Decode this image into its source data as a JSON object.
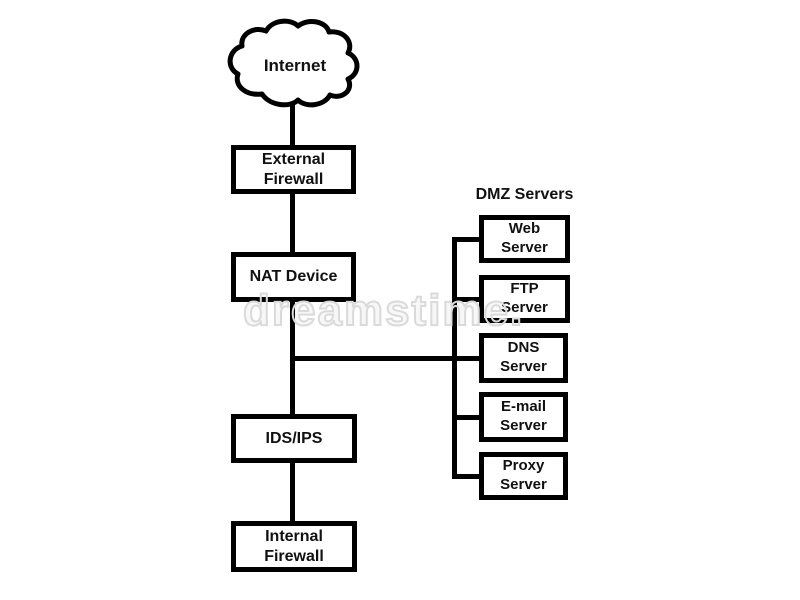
{
  "watermark": {
    "text": "dreamstime."
  },
  "diagram": {
    "group_label": "DMZ Servers",
    "nodes": {
      "internet": {
        "label": "Internet",
        "shape": "cloud"
      },
      "external_firewall": {
        "label": "External Firewall",
        "shape": "rect"
      },
      "nat_device": {
        "label": "NAT Device",
        "shape": "rect"
      },
      "ids_ips": {
        "label": "IDS/IPS",
        "shape": "rect"
      },
      "internal_firewall": {
        "label": "Internal Firewall",
        "shape": "rect"
      },
      "web_server": {
        "label": "Web Server",
        "shape": "rect"
      },
      "ftp_server": {
        "label": "FTP Server",
        "shape": "rect"
      },
      "dns_server": {
        "label": "DNS Server",
        "shape": "rect"
      },
      "email_server": {
        "label": "E-mail Server",
        "shape": "rect"
      },
      "proxy_server": {
        "label": "Proxy Server",
        "shape": "rect"
      }
    },
    "edges": [
      [
        "internet",
        "external_firewall"
      ],
      [
        "external_firewall",
        "nat_device"
      ],
      [
        "nat_device",
        "ids_ips"
      ],
      [
        "nat_device",
        "dmz_bus"
      ],
      [
        "dmz_bus",
        "web_server"
      ],
      [
        "dmz_bus",
        "ftp_server"
      ],
      [
        "dmz_bus",
        "dns_server"
      ],
      [
        "dmz_bus",
        "email_server"
      ],
      [
        "dmz_bus",
        "proxy_server"
      ],
      [
        "ids_ips",
        "internal_firewall"
      ]
    ],
    "colors": {
      "line": "#000000",
      "box_fill": "#ffffff",
      "background": "#ffffff",
      "watermark_outline": "#dadada"
    }
  }
}
